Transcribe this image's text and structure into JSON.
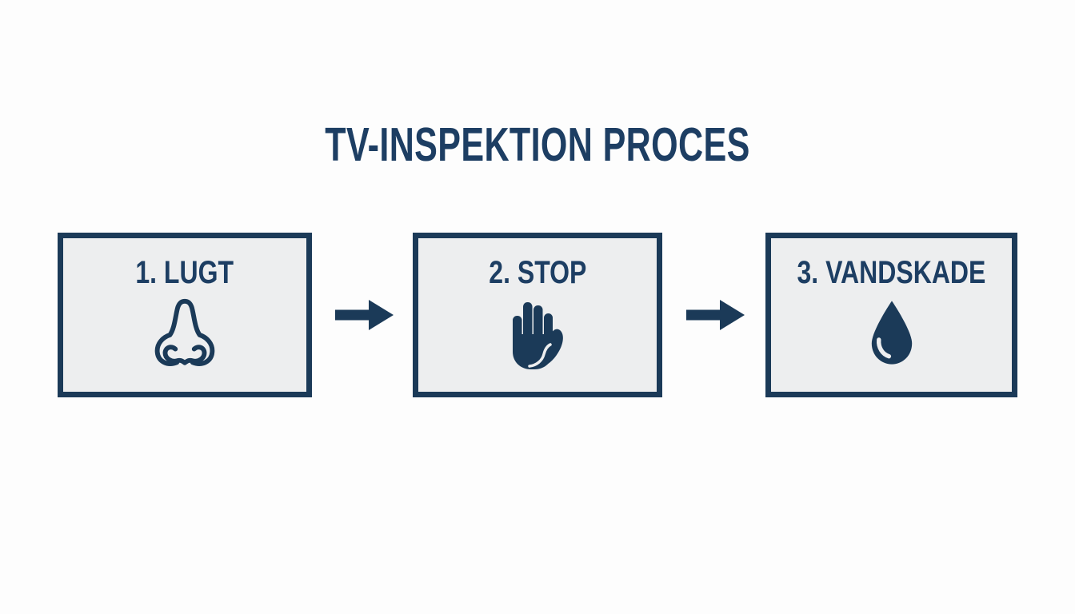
{
  "page": {
    "title": "TV-INSPEKTION PROCES"
  },
  "colors": {
    "navy_text": "#1d3e63",
    "navy_border": "#1b3a58",
    "navy_icon": "#1b3a58",
    "box_fill": "#edeeef",
    "background": "#fdfdfd",
    "icon_highlight": "#ffffff"
  },
  "steps": [
    {
      "label": "1. LUGT",
      "icon": "nose-icon"
    },
    {
      "label": "2. STOP",
      "icon": "stop-hand-icon"
    },
    {
      "label": "3. VANDSKADE",
      "icon": "water-drop-icon"
    }
  ],
  "arrows": [
    {
      "icon": "right-arrow-icon",
      "from": "1. LUGT",
      "to": "2. STOP"
    },
    {
      "icon": "right-arrow-icon",
      "from": "2. STOP",
      "to": "3. VANDSKADE"
    }
  ]
}
